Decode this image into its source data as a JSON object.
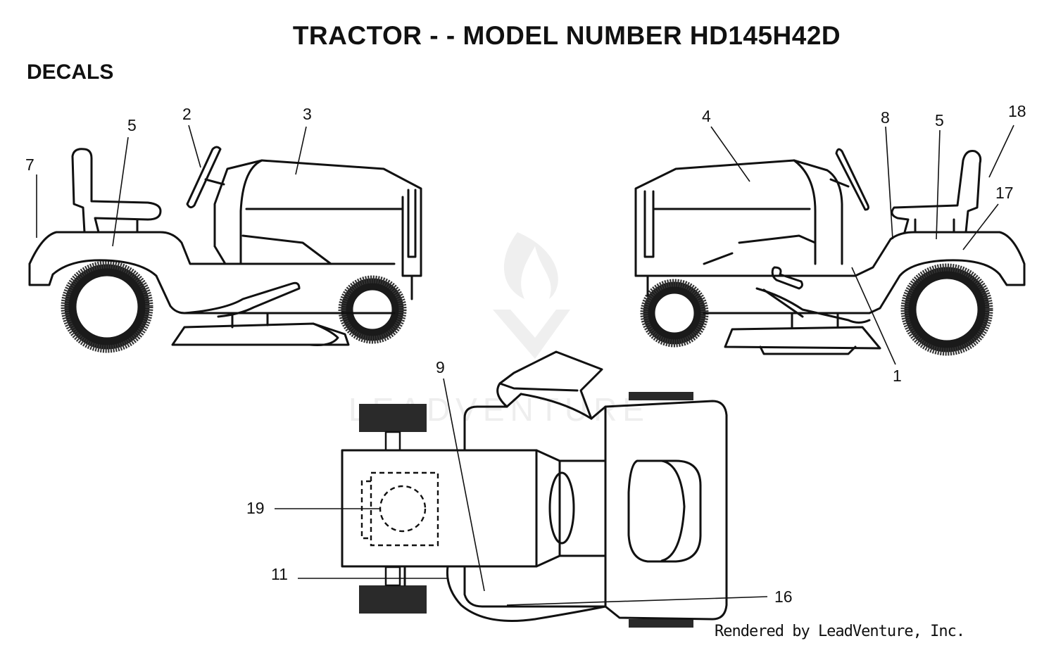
{
  "title": "TRACTOR - - MODEL NUMBER HD145H42D",
  "section": "DECALS",
  "credit": "Rendered by LeadVenture, Inc.",
  "watermark": "LEADVENTURE",
  "callouts": {
    "c1": "1",
    "c2": "2",
    "c3": "3",
    "c4": "4",
    "c5_left": "5",
    "c5_right": "5",
    "c7": "7",
    "c8": "8",
    "c9": "9",
    "c11": "11",
    "c16": "16",
    "c17": "17",
    "c18": "18",
    "c19": "19"
  },
  "colors": {
    "line": "#111111",
    "watermark": "#eeeeee"
  }
}
